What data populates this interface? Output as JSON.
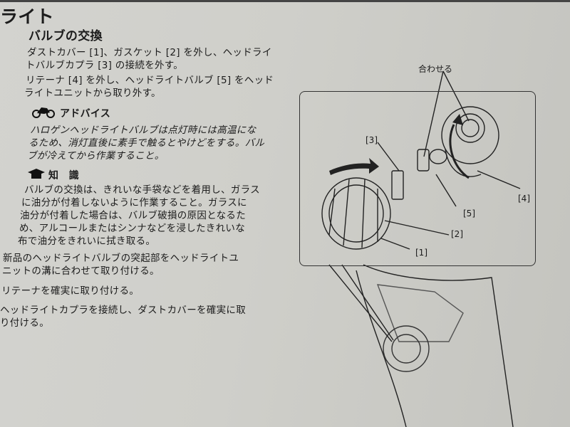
{
  "page_title": "ライト",
  "section_heading": "バルブの交換",
  "steps_removal": [
    [
      "ダストカバー [1]、ガスケット [2] を外し、ヘッドライ",
      "トバルブカプラ [3] の接続を外す。"
    ],
    [
      "リテーナ [4] を外し、ヘッドライトバルブ [5] をヘッド",
      "ライトユニットから取り外す。"
    ]
  ],
  "advice": {
    "heading": "アドバイス",
    "lines": [
      "ハロゲンヘッドライトバルブは点灯時には高温にな",
      "るため、消灯直後に素手で触るとやけどをする。バル",
      "ブが冷えてから作業すること。"
    ]
  },
  "knowledge": {
    "heading": "知　識",
    "lines": [
      "バルブの交換は、きれいな手袋などを着用し、ガラス",
      "に油分が付着しないように作業すること。ガラスに",
      "油分が付着した場合は、バルブ破損の原因となるた",
      "め、アルコールまたはシンナなどを浸したきれいな",
      "布で油分をきれいに拭き取る。"
    ]
  },
  "steps_install": [
    [
      "新品のヘッドライトバルブの突起部をヘッドライトユ",
      "ニットの溝に合わせて取り付ける。"
    ],
    [
      "リテーナを確実に取り付ける。"
    ],
    [
      "ヘッドライトカプラを接続し、ダストカバーを確実に取",
      "り付ける。"
    ]
  ],
  "diagram": {
    "align_label": "合わせる",
    "callouts": [
      "[1]",
      "[2]",
      "[3]",
      "[4]",
      "[5]"
    ]
  }
}
